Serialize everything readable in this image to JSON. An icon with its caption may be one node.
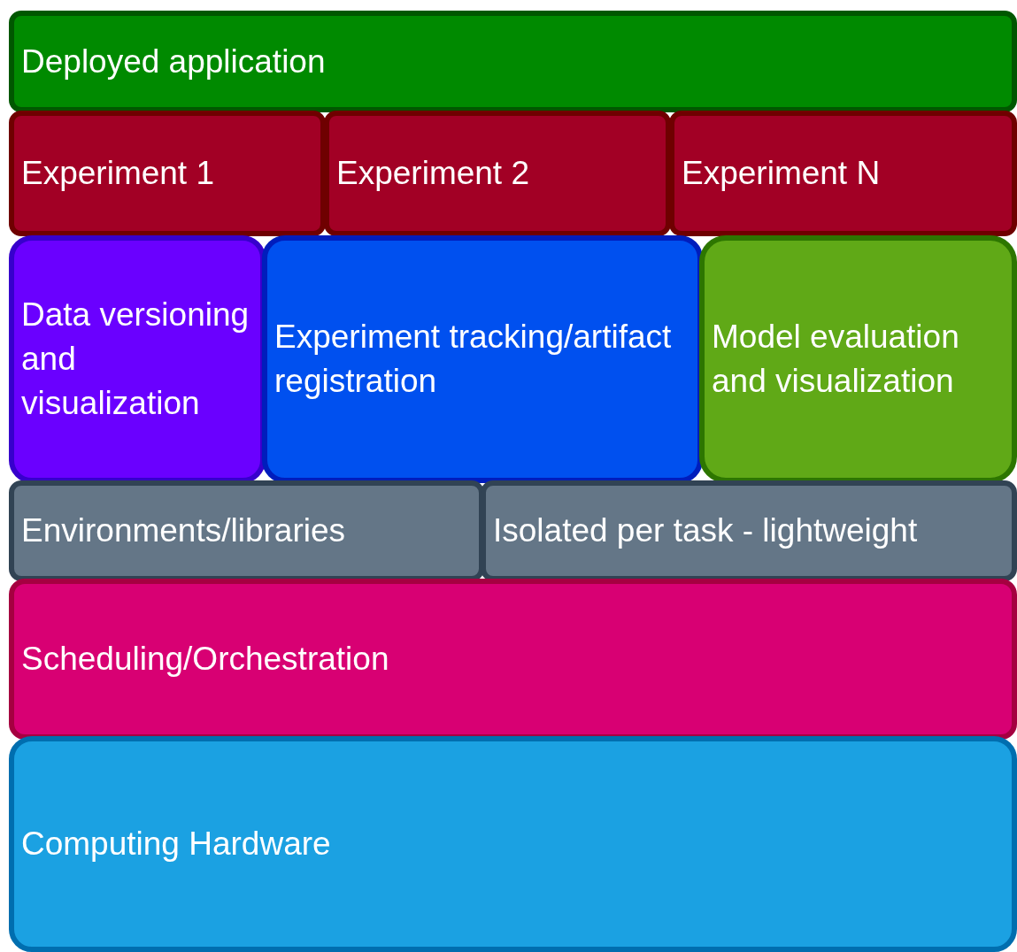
{
  "diagram": {
    "nodes": [
      {
        "text": [
          "Deployed application"
        ]
      },
      {
        "text": [
          "Experiment 1"
        ]
      },
      {
        "text": [
          "Experiment 2"
        ]
      },
      {
        "text": [
          "Experiment N"
        ]
      },
      {
        "text": [
          "Data versioning and visualization"
        ]
      },
      {
        "text": [
          "Experiment tracking/artifact registration"
        ]
      },
      {
        "text": [
          "Model evaluation and visualization"
        ]
      },
      {
        "text": [
          "Environments/libraries"
        ]
      },
      {
        "text": [
          "Isolated per task - lightweight"
        ]
      },
      {
        "text": [
          "Scheduling/Orchestration"
        ]
      },
      {
        "text": [
          "Computing Hardware"
        ]
      }
    ]
  }
}
